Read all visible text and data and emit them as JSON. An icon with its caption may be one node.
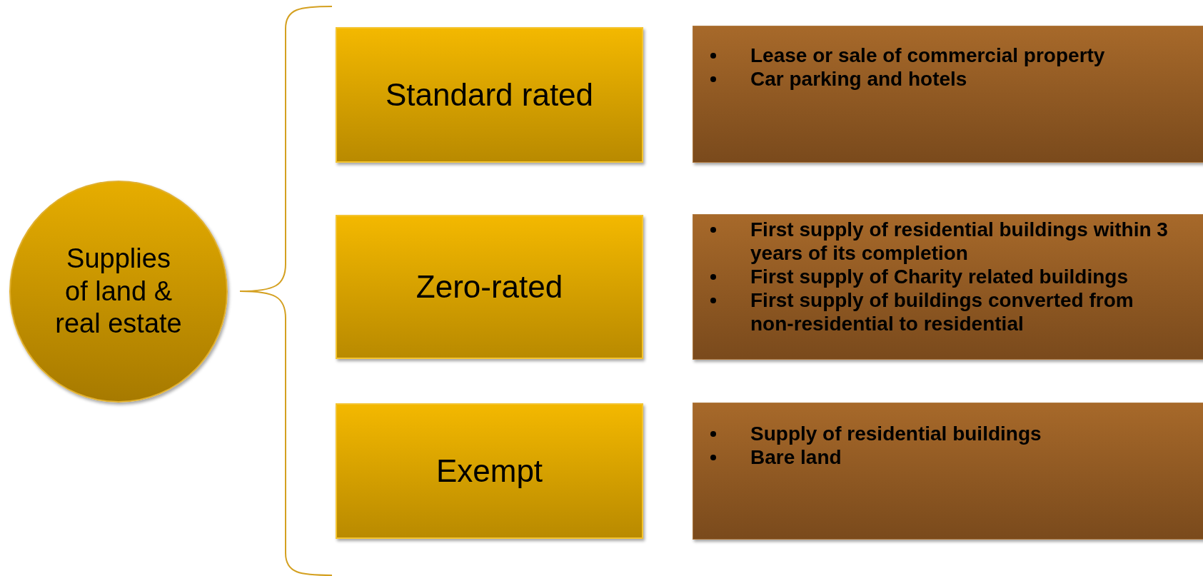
{
  "diagram": {
    "nodes": [
      {
        "text": [
          "Supplies of land & real estate"
        ]
      },
      {
        "text": [
          "Standard rated"
        ]
      },
      {
        "text": [
          "Lease or sale of commercial property",
          "Car parking and hotels"
        ]
      },
      {
        "text": [
          "Zero-rated"
        ]
      },
      {
        "text": [
          "First supply of residential buildings within 3 years of its completion",
          "First supply of Charity related buildings",
          "First supply of buildings converted from non-residential to residential"
        ]
      },
      {
        "text": [
          "Exempt"
        ]
      },
      {
        "text": [
          "Supply of residential buildings",
          "Bare land"
        ]
      }
    ]
  }
}
